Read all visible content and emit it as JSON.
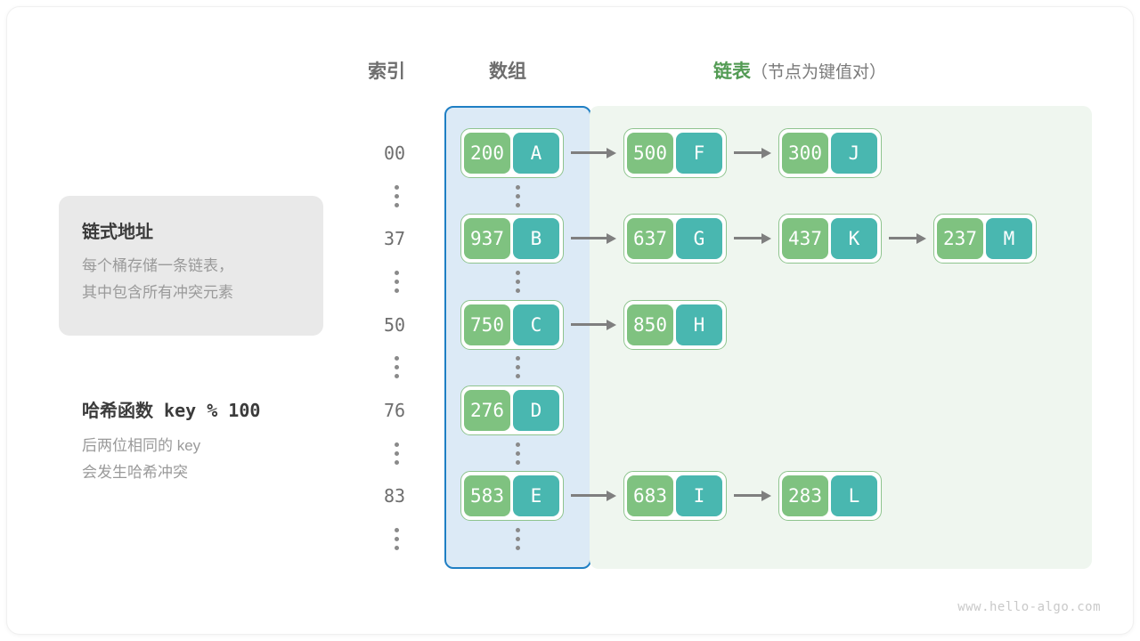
{
  "watermark": "www.hello-algo.com",
  "headers": {
    "index": "索引",
    "array": "数组",
    "list_strong": "链表",
    "list_note": "（节点为键值对）"
  },
  "info_card": {
    "title": "链式地址",
    "body": "每个桶存储一条链表，\n其中包含所有冲突元素"
  },
  "hash_note": {
    "title": "哈希函数 key % 100",
    "body": "后两位相同的 key\n会发生哈希冲突"
  },
  "colors": {
    "key_box": "#7fc280",
    "value_box": "#49b7b0",
    "node_border": "#8ec48e",
    "array_region_bg": "#dceaf6",
    "array_region_border": "#1f7fc4",
    "list_region_bg": "#eff6ef",
    "arrow": "#7f7f7f",
    "accent_green_text": "#539b54"
  },
  "rows": [
    {
      "index": "00",
      "bucket": {
        "key": "200",
        "value": "A"
      },
      "chain": [
        {
          "key": "500",
          "value": "F"
        },
        {
          "key": "300",
          "value": "J"
        }
      ]
    },
    {
      "index": "37",
      "bucket": {
        "key": "937",
        "value": "B"
      },
      "chain": [
        {
          "key": "637",
          "value": "G"
        },
        {
          "key": "437",
          "value": "K"
        },
        {
          "key": "237",
          "value": "M"
        }
      ]
    },
    {
      "index": "50",
      "bucket": {
        "key": "750",
        "value": "C"
      },
      "chain": [
        {
          "key": "850",
          "value": "H"
        }
      ]
    },
    {
      "index": "76",
      "bucket": {
        "key": "276",
        "value": "D"
      },
      "chain": []
    },
    {
      "index": "83",
      "bucket": {
        "key": "583",
        "value": "E"
      },
      "chain": [
        {
          "key": "683",
          "value": "I"
        },
        {
          "key": "283",
          "value": "L"
        }
      ]
    }
  ],
  "ellipsis_glyph": "⋮"
}
